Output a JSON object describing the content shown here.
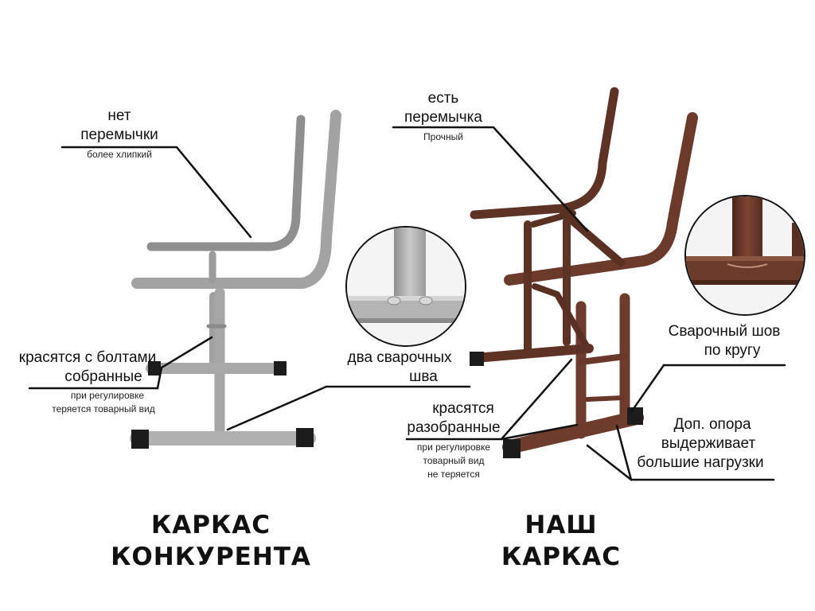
{
  "colors": {
    "competitor_frame": "#a6a6a6",
    "our_frame": "#6b3a2a",
    "caps": "#1c1c1c",
    "text": "#111111"
  },
  "competitor": {
    "title_line1": "КАРКАС",
    "title_line2": "КОНКУРЕНТА",
    "no_bridge": {
      "line1": "нет",
      "line2": "перемычки",
      "note": "более хлипкий"
    },
    "painted_with_bolts": {
      "line1": "красятся с болтами",
      "line2": "собранные",
      "note1": "при регулировке",
      "note2": "теряется товарный вид"
    },
    "two_welds": {
      "line1": "два сварочных",
      "line2": "шва"
    }
  },
  "ours": {
    "title_line1": "НАШ",
    "title_line2": "КАРКАС",
    "has_bridge": {
      "line1": "есть",
      "line2": "перемычка",
      "note": "Прочный"
    },
    "weld_around": {
      "line1": "Сварочный шов",
      "line2": "по кругу"
    },
    "painted_disassembled": {
      "line1": "красятся",
      "line2": "разобранные",
      "note1": "при регулировке",
      "note2": "товарный вид",
      "note3": "не теряется"
    },
    "extra_support": {
      "line1": "Доп. опора",
      "line2": "выдерживает",
      "line3": "большие нагрузки"
    }
  },
  "icons": {
    "competitor_frame": "chair-frame-icon",
    "our_frame": "chair-frame-icon",
    "competitor_weld_detail": "weld-closeup-icon",
    "our_weld_detail": "weld-closeup-icon"
  }
}
